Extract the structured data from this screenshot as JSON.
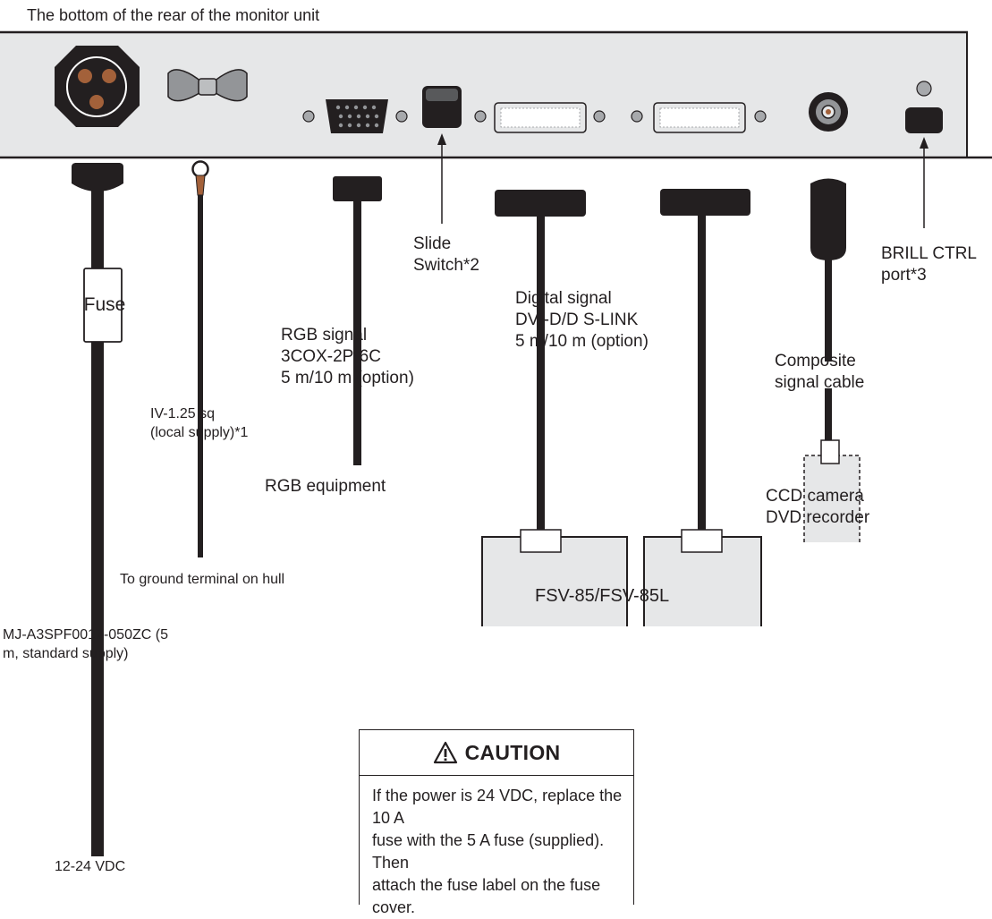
{
  "heading": "The bottom of the rear of the monitor unit",
  "labels": {
    "fuse": "Fuse",
    "ground_wire": [
      "IV-1.25 sq",
      "(local supply)*1"
    ],
    "ground_terminal": "To ground terminal on hull",
    "power_cable": [
      "MJ-A3SPF0017-050ZC (5",
      "m, standard supply)"
    ],
    "power_supply": "12-24 VDC",
    "rgb_cable": [
      "RGB signal",
      "3COX-2P-6C",
      "5 m/10 m (option)"
    ],
    "rgb_equipment": "RGB equipment",
    "slide_switch": [
      "Slide",
      "Switch*2"
    ],
    "dvi_cable": [
      "Digital signal",
      "DVI-D/D S-LINK",
      "5 m/10 m (option)"
    ],
    "fsv": "FSV-85/FSV-85L",
    "composite_cable": [
      "Composite",
      "signal cable"
    ],
    "ccd": [
      "CCD camera",
      "DVD recorder"
    ],
    "brill_ctrl": [
      "BRILL CTRL",
      "port*3"
    ]
  },
  "caution": {
    "title": "CAUTION",
    "text": [
      "If the power is 24 VDC, replace the 10 A",
      "fuse with the 5 A fuse (supplied). Then",
      "attach the fuse label on the fuse cover."
    ]
  },
  "icons": {
    "warning": "warning-triangle-icon"
  },
  "colors": {
    "panel": "#e6e7e8",
    "line": "#231f20",
    "connector": "#231f20",
    "box_fill": "#e6e7e8"
  }
}
